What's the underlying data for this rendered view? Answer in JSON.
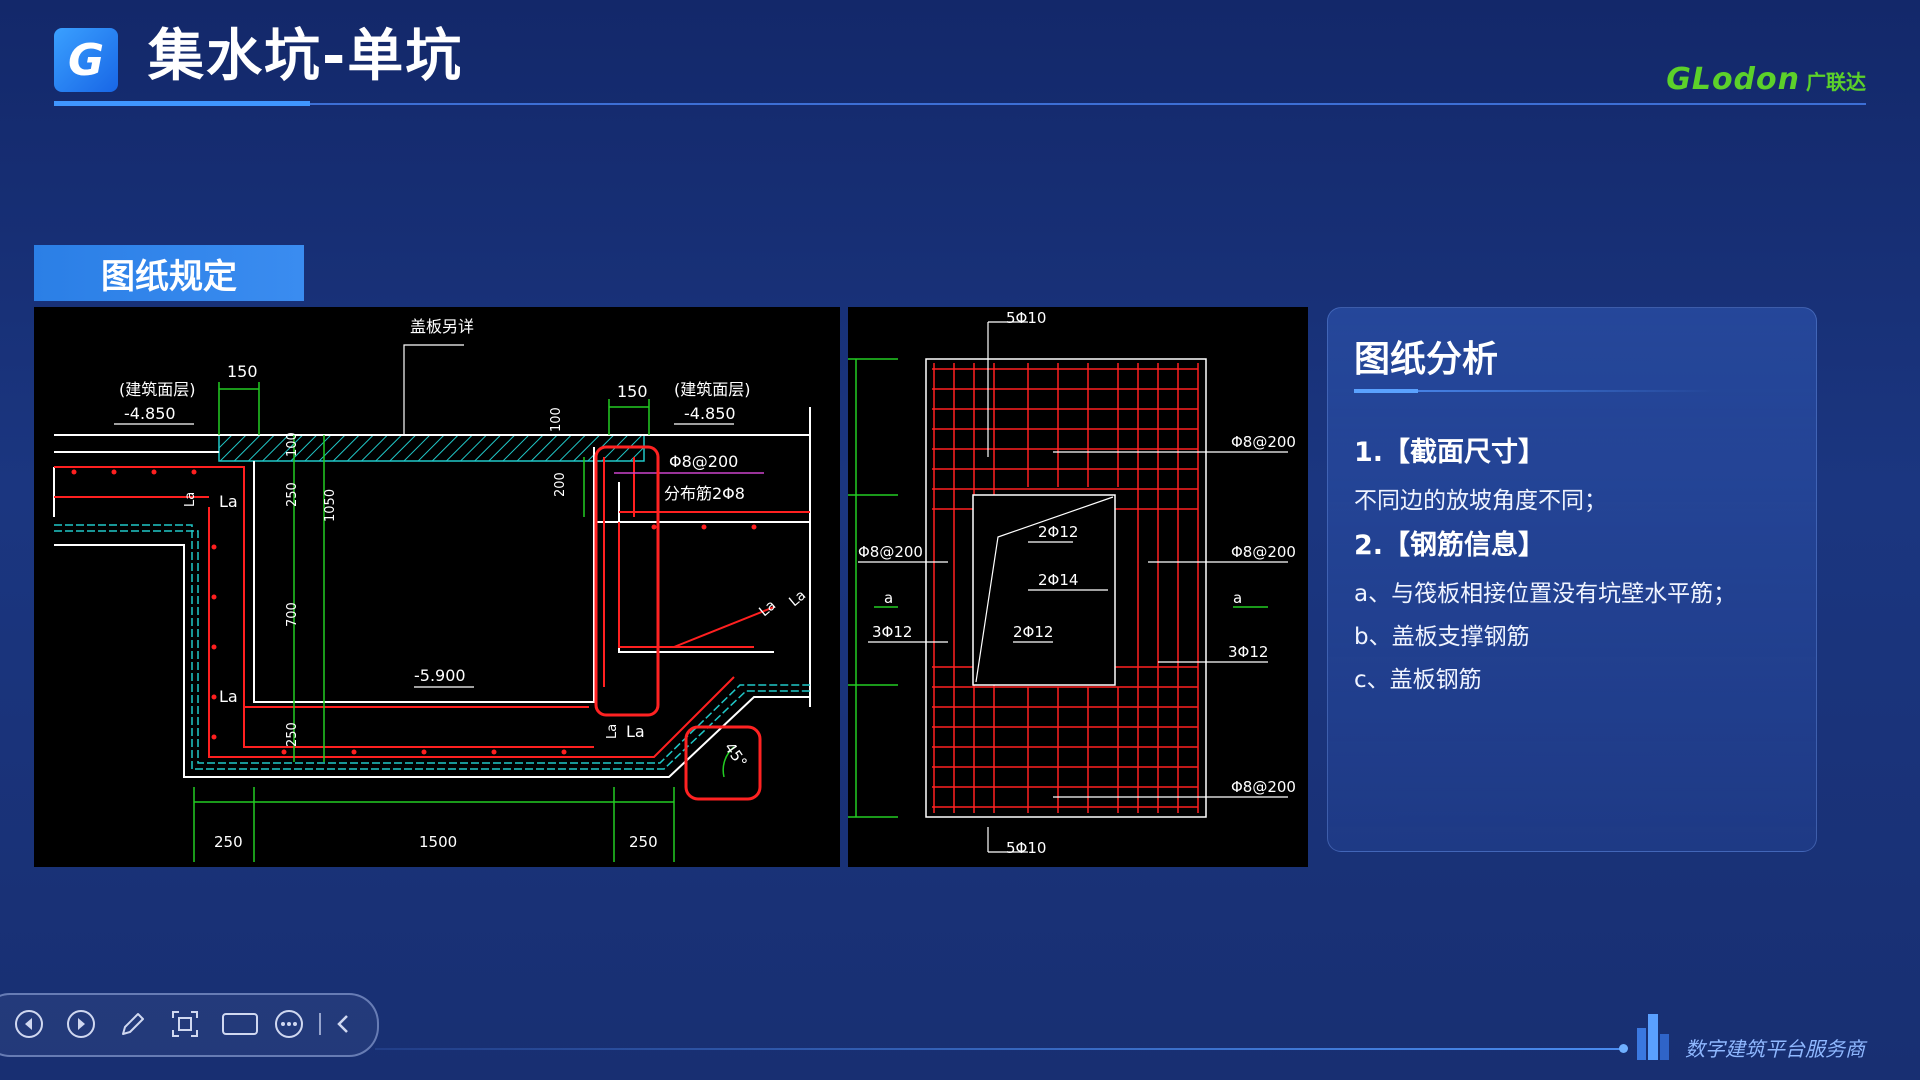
{
  "header": {
    "logo_letter": "G",
    "title": "集水坑-单坑",
    "brand_name": "GLodon",
    "brand_cn": "广联达"
  },
  "section": {
    "label": "图纸规定"
  },
  "drawing_left": {
    "labels": {
      "cover_detail": "盖板另详",
      "elev_left_tag": "(建筑面层)",
      "elev_left": "-4.850",
      "elev_right_tag": "(建筑面层)",
      "elev_right": "-4.850",
      "dim_150_left": "150",
      "dim_150_right": "150",
      "dim_100": "100",
      "dim_100_b": "100",
      "dim_200": "200",
      "dim_250_top": "250",
      "dim_1050": "1050",
      "dim_700": "700",
      "dim_250_bot": "250",
      "rebar_phi8": "Φ8@200",
      "rebar_dist": "分布筋2Φ8",
      "la_1": "La",
      "la_2": "La",
      "la_3": "La",
      "la_4": "La",
      "la_5": "La",
      "la_6": "La",
      "la_7": "La",
      "elev_bottom": "-5.900",
      "angle": "45°",
      "dim_bottom_250_l": "250",
      "dim_bottom_1500": "1500",
      "dim_bottom_250_r": "250"
    }
  },
  "drawing_right": {
    "labels": {
      "top_rebar": "5Φ10",
      "bottom_rebar": "5Φ10",
      "r_phi8_1": "Φ8@200",
      "r_phi8_2": "Φ8@200",
      "r_phi8_3": "Φ8@200",
      "l_phi8": "Φ8@200",
      "a_left": "a",
      "a_right": "a",
      "l_3phi12": "3Φ12",
      "r_3phi12": "3Φ12",
      "c_2phi12_top": "2Φ12",
      "c_2phi14": "2Φ14",
      "c_2phi12_bot": "2Φ12"
    }
  },
  "analysis": {
    "title": "图纸分析",
    "h1": "1.【截面尺寸】",
    "p1": "不同边的放坡角度不同；",
    "h2": "2.【钢筋信息】",
    "a": "a、与筏板相接位置没有坑壁水平筋；",
    "b": "b、盖板支撑钢筋",
    "c": "c、盖板钢筋"
  },
  "footer": {
    "slogan": "数字建筑平台服务商"
  },
  "colors": {
    "background": "#1b3680",
    "accent_blue": "#2b7fe6",
    "brand_green": "#5cd12a",
    "cad_red": "#ff2020",
    "cad_green": "#22cc22",
    "cad_cyan": "#20c8c8"
  },
  "toolbar_icons": [
    "prev-icon",
    "next-icon",
    "pen-icon",
    "screenshot-icon",
    "camera-icon",
    "more-icon",
    "collapse-icon"
  ]
}
